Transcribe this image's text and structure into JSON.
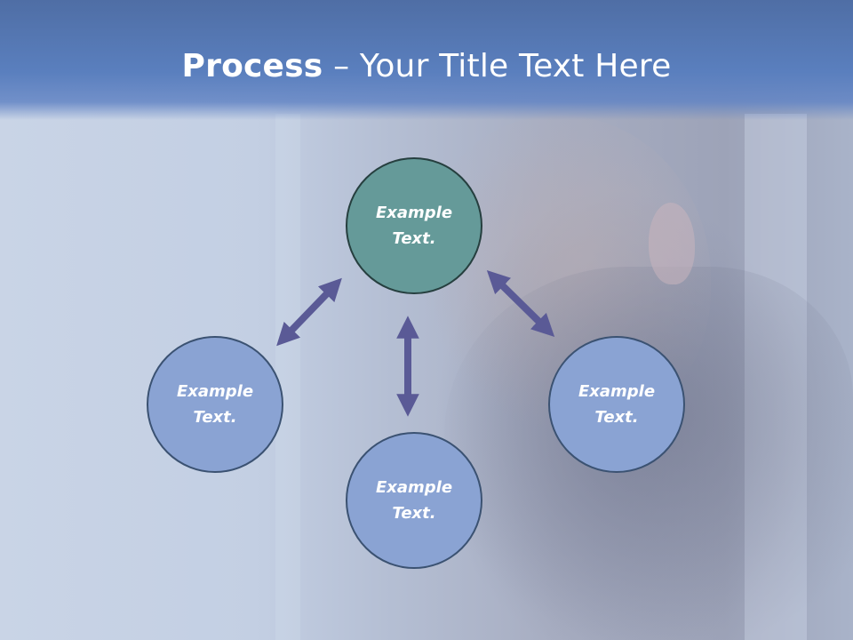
{
  "slide": {
    "title_bold": "Process",
    "title_rest": " – Your Title Text Here"
  },
  "nodes": {
    "top": "Example\nText.",
    "left": "Example\nText.",
    "right": "Example\nText.",
    "bottom": "Example\nText."
  },
  "colors": {
    "title_band": "#5a7fbe",
    "top_node": "#659a99",
    "other_nodes": "#8aa3d3",
    "arrow": "#5a5a96"
  }
}
